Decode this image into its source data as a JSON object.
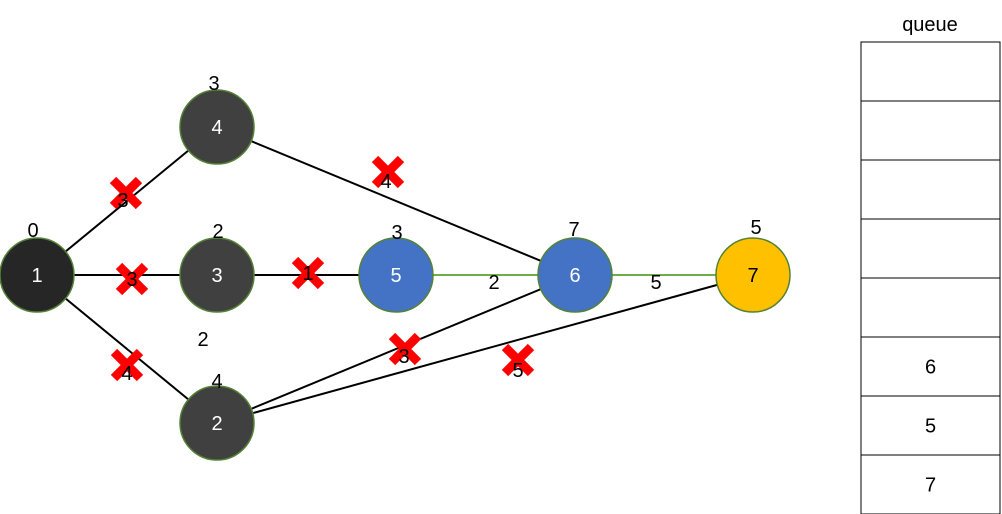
{
  "graph": {
    "nodes": [
      {
        "id": "n1",
        "label": "1",
        "dist": "0",
        "fill": "#262626"
      },
      {
        "id": "n4",
        "label": "4",
        "dist": "3",
        "fill": "#404040"
      },
      {
        "id": "n3",
        "label": "3",
        "dist": "2",
        "fill": "#404040"
      },
      {
        "id": "n2",
        "label": "2",
        "dist": "4",
        "fill": "#404040"
      },
      {
        "id": "n5",
        "label": "5",
        "dist": "3",
        "fill": "#4472c4"
      },
      {
        "id": "n6",
        "label": "6",
        "dist": "7",
        "fill": "#4472c4"
      },
      {
        "id": "n7",
        "label": "7",
        "dist": "5",
        "fill": "#ffc000"
      }
    ],
    "edges": [
      {
        "id": "e1-4",
        "from": "n1",
        "to": "n4",
        "weight": "3",
        "crossed": true
      },
      {
        "id": "e1-3",
        "from": "n1",
        "to": "n3",
        "weight": "3",
        "crossed": true
      },
      {
        "id": "e1-2",
        "from": "n1",
        "to": "n2",
        "weight": "4",
        "crossed": true
      },
      {
        "id": "e3-5",
        "from": "n3",
        "to": "n5",
        "weight": "1",
        "crossed": true
      },
      {
        "id": "e4-6",
        "from": "n4",
        "to": "n6",
        "weight": "4",
        "crossed": true
      },
      {
        "id": "e2-6",
        "from": "n2",
        "to": "n6",
        "weight": "3",
        "crossed": true
      },
      {
        "id": "e2-7",
        "from": "n2",
        "to": "n7",
        "weight": "5",
        "crossed": true
      },
      {
        "id": "e5-6",
        "from": "n5",
        "to": "n6",
        "weight": "2",
        "crossed": false
      },
      {
        "id": "e6-7",
        "from": "n6",
        "to": "n7",
        "weight": "5",
        "crossed": false
      }
    ],
    "extra_label": "2",
    "colors": {
      "edge": "#000000",
      "active_edge": "#70ad47",
      "cross": "#ff0000",
      "node_border": "#548235"
    }
  },
  "queue": {
    "title": "queue",
    "cells": [
      "",
      "",
      "",
      "",
      "",
      "6",
      "5",
      "7"
    ]
  }
}
